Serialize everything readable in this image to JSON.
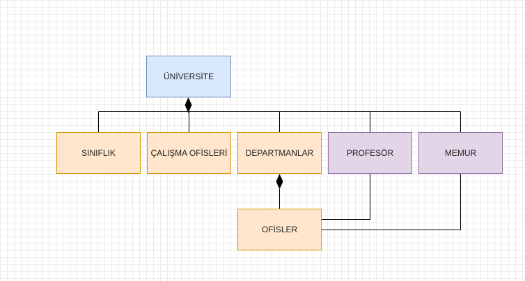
{
  "nodes": {
    "universite": "ÜNİVERSİTE",
    "siniflik": "SINIFLIK",
    "calisma_ofisleri": "ÇALIŞMA OFİSLERİ",
    "departmanlar": "DEPARTMANLAR",
    "profesor": "PROFESÖR",
    "memur": "MEMUR",
    "ofisler": "OFİSLER"
  },
  "colors": {
    "blue_fill": "#dae8fc",
    "blue_stroke": "#6c8ebf",
    "orange_fill": "#ffe6cc",
    "orange_stroke": "#d79b00",
    "purple_fill": "#e1d5e7",
    "purple_stroke": "#9673a6",
    "line": "#000000"
  },
  "relations": [
    {
      "type": "composition",
      "whole": "universite",
      "part": "siniflik"
    },
    {
      "type": "composition",
      "whole": "universite",
      "part": "calisma_ofisleri"
    },
    {
      "type": "composition",
      "whole": "universite",
      "part": "departmanlar"
    },
    {
      "type": "composition",
      "whole": "universite",
      "part": "profesor"
    },
    {
      "type": "composition",
      "whole": "universite",
      "part": "memur"
    },
    {
      "type": "composition",
      "whole": "departmanlar",
      "part": "ofisler"
    },
    {
      "type": "association",
      "from": "profesor",
      "to": "ofisler"
    },
    {
      "type": "association",
      "from": "memur",
      "to": "ofisler"
    }
  ]
}
